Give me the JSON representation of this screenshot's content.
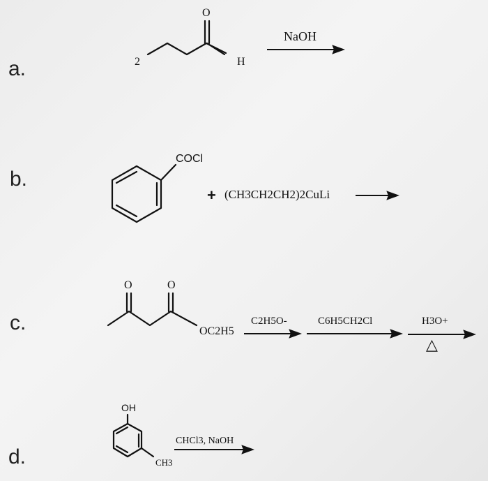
{
  "problems": {
    "a": {
      "label": "a.",
      "coefficient": "2",
      "atom_o": "O",
      "atom_h": "H",
      "reagent": "NaOH"
    },
    "b": {
      "label": "b.",
      "substituent": "COCl",
      "plus": "+",
      "reagent": "(CH3CH2CH2)2CuLi"
    },
    "c": {
      "label": "c.",
      "atom_o1": "O",
      "atom_o2": "O",
      "ester_group": "OC2H5",
      "reagent1": "C2H5O-",
      "reagent2": "C6H5CH2Cl",
      "reagent3": "H3O+",
      "heat_symbol": "△"
    },
    "d": {
      "label": "d.",
      "substituent_top": "OH",
      "substituent_bottom": "CH3",
      "reagent": "CHCl3, NaOH"
    }
  }
}
